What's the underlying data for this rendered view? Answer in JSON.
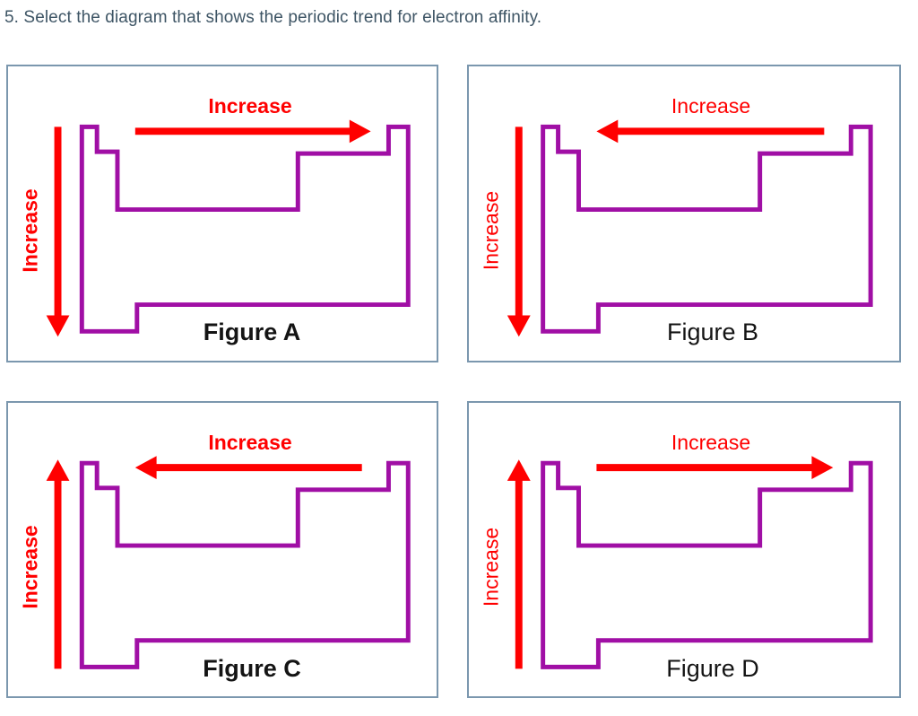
{
  "question": {
    "text": "5. Select the diagram that shows the periodic trend for electron affinity."
  },
  "colors": {
    "red": "#FF0000",
    "purple": "#A00FA5",
    "panel_border": "#7B97AE",
    "title_text": "#3E5565",
    "caption_text": "#141414"
  },
  "figures": [
    {
      "id": "A",
      "caption": "Figure A",
      "horizontal_label": "Increase",
      "vertical_label": "Increase",
      "horizontal_arrow_direction": "right",
      "vertical_arrow_direction": "down",
      "bold_labels": true
    },
    {
      "id": "B",
      "caption": "Figure B",
      "horizontal_label": "Increase",
      "vertical_label": "Increase",
      "horizontal_arrow_direction": "left",
      "vertical_arrow_direction": "down",
      "bold_labels": false
    },
    {
      "id": "C",
      "caption": "Figure C",
      "horizontal_label": "Increase",
      "vertical_label": "Increase",
      "horizontal_arrow_direction": "left",
      "vertical_arrow_direction": "up",
      "bold_labels": true
    },
    {
      "id": "D",
      "caption": "Figure D",
      "horizontal_label": "Increase",
      "vertical_label": "Increase",
      "horizontal_arrow_direction": "right",
      "vertical_arrow_direction": "up",
      "bold_labels": false
    }
  ]
}
